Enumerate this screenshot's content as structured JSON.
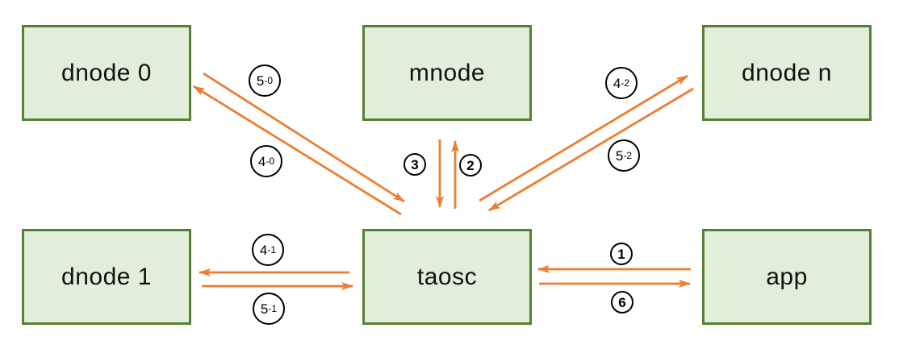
{
  "diagram": {
    "nodes": [
      {
        "label": "dnode 0"
      },
      {
        "label": "mnode"
      },
      {
        "label": "dnode n"
      },
      {
        "label": "dnode 1"
      },
      {
        "label": "taosc"
      },
      {
        "label": "app"
      }
    ],
    "steps": [
      {
        "label": "5-0",
        "num": "5",
        "suffix": "-0"
      },
      {
        "label": "4-0",
        "num": "4",
        "suffix": "-0"
      },
      {
        "label": "3",
        "num": "3",
        "suffix": ""
      },
      {
        "label": "2",
        "num": "2",
        "suffix": ""
      },
      {
        "label": "4-2",
        "num": "4",
        "suffix": "-2"
      },
      {
        "label": "5-2",
        "num": "5",
        "suffix": "-2"
      },
      {
        "label": "4-1",
        "num": "4",
        "suffix": "-1"
      },
      {
        "label": "5-1",
        "num": "5",
        "suffix": "-1"
      },
      {
        "label": "1",
        "num": "1",
        "suffix": ""
      },
      {
        "label": "6",
        "num": "6",
        "suffix": ""
      }
    ],
    "colors": {
      "arrow": "#ED7D31",
      "box_border": "#548235",
      "box_fill": "#E3EEDA",
      "badge_border": "#000000",
      "text": "#111111",
      "background": "#FFFFFF"
    }
  }
}
